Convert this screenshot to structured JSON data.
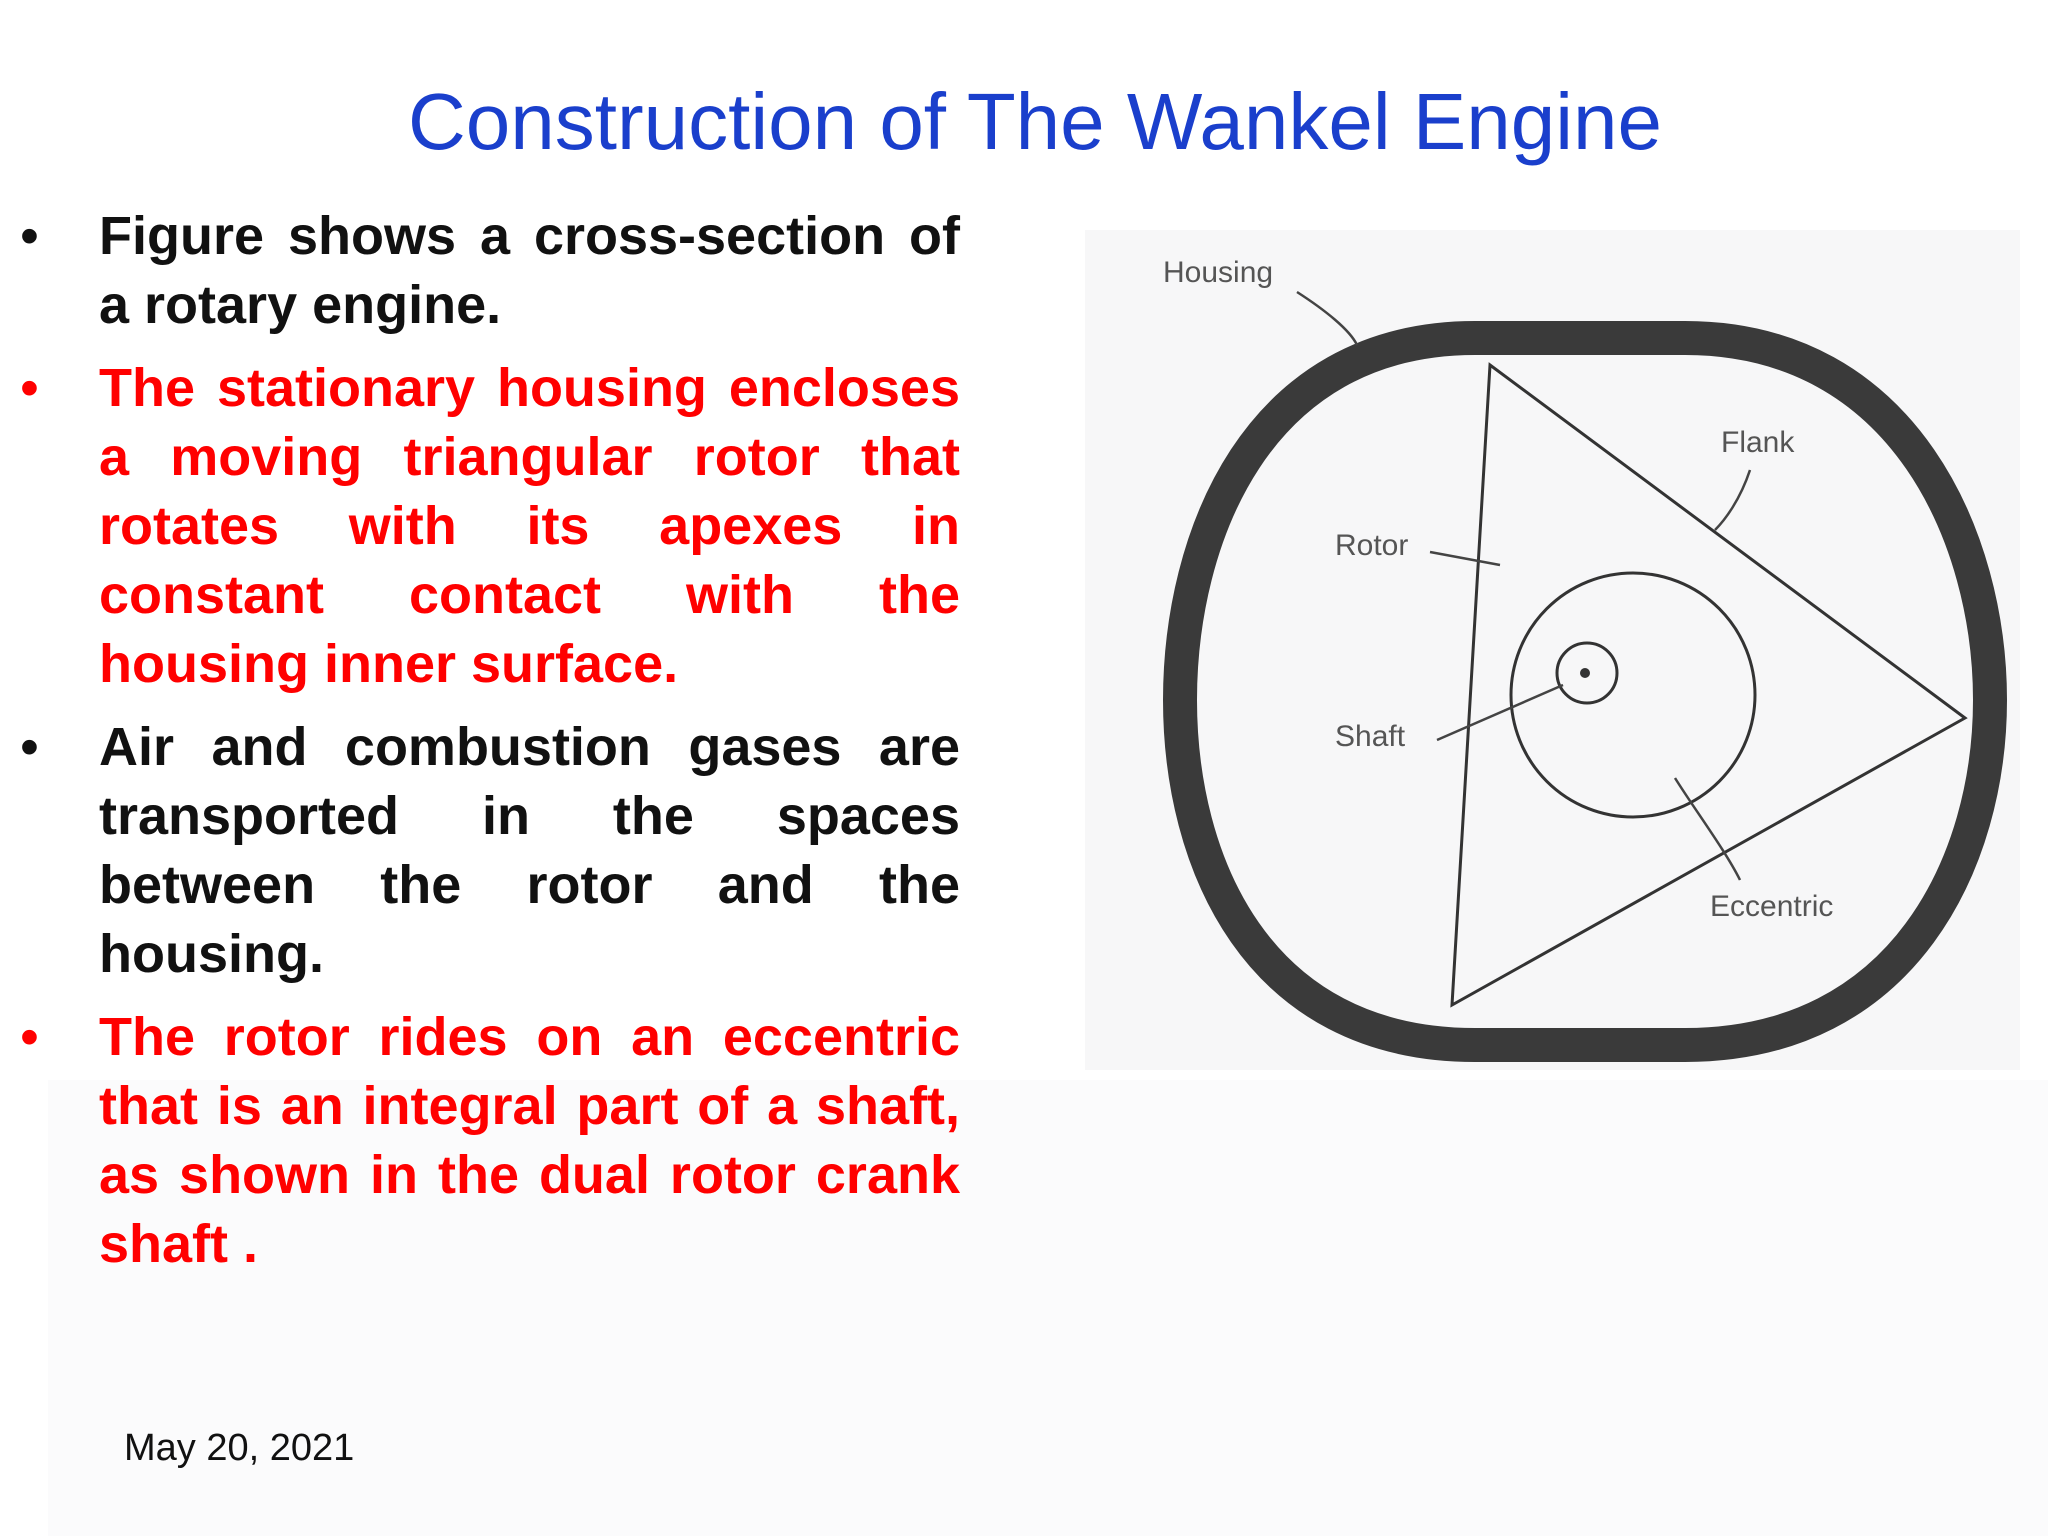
{
  "slide": {
    "title": "Construction of The Wankel Engine",
    "bullets": [
      {
        "bullet": "•",
        "text": "Figure  shows a cross-section of a rotary engine.",
        "color": "#111111"
      },
      {
        "bullet": "•",
        "text": "The stationary housing encloses a moving triangular rotor that rotates with its apexes in constant contact with the housing inner surface.",
        "color": "#ff0000"
      },
      {
        "bullet": "•",
        "text": "Air and combustion gases are transported in the spaces between the rotor and the housing.",
        "color": "#111111"
      },
      {
        "bullet": "•",
        "text": "The rotor rides on an eccentric that is an integral part of a shaft, as shown in the dual rotor crank shaft .",
        "color": "#ff0000"
      }
    ],
    "date": "May 20, 2021"
  },
  "figure": {
    "labels": {
      "housing": "Housing",
      "flank": "Flank",
      "rotor": "Rotor",
      "shaft": "Shaft",
      "eccentric": "Eccentric"
    }
  }
}
